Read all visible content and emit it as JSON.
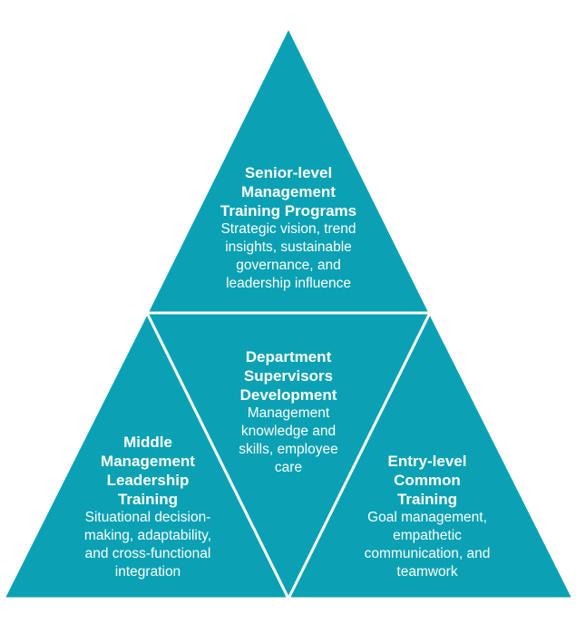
{
  "colors": {
    "fill": "#0AA1B4",
    "stroke": "#ffffff",
    "text": "#ffffff"
  },
  "sections": {
    "senior": {
      "title": "Senior-level\nManagement\nTraining Programs",
      "description": "Strategic vision, trend\ninsights, sustainable\ngovernance, and\nleadership influence"
    },
    "department": {
      "title": "Department\nSupervisors\nDevelopment",
      "description": "Management\nknowledge and\nskills, employee\ncare"
    },
    "middle": {
      "title": "Middle\nManagement\nLeadership\nTraining",
      "description": "Situational decision-\nmaking, adaptability,\nand cross-functional\nintegration"
    },
    "entry": {
      "title": "Entry-level\nCommon\nTraining",
      "description": "Goal management,\nempathetic\ncommunication, and\nteamwork"
    }
  }
}
